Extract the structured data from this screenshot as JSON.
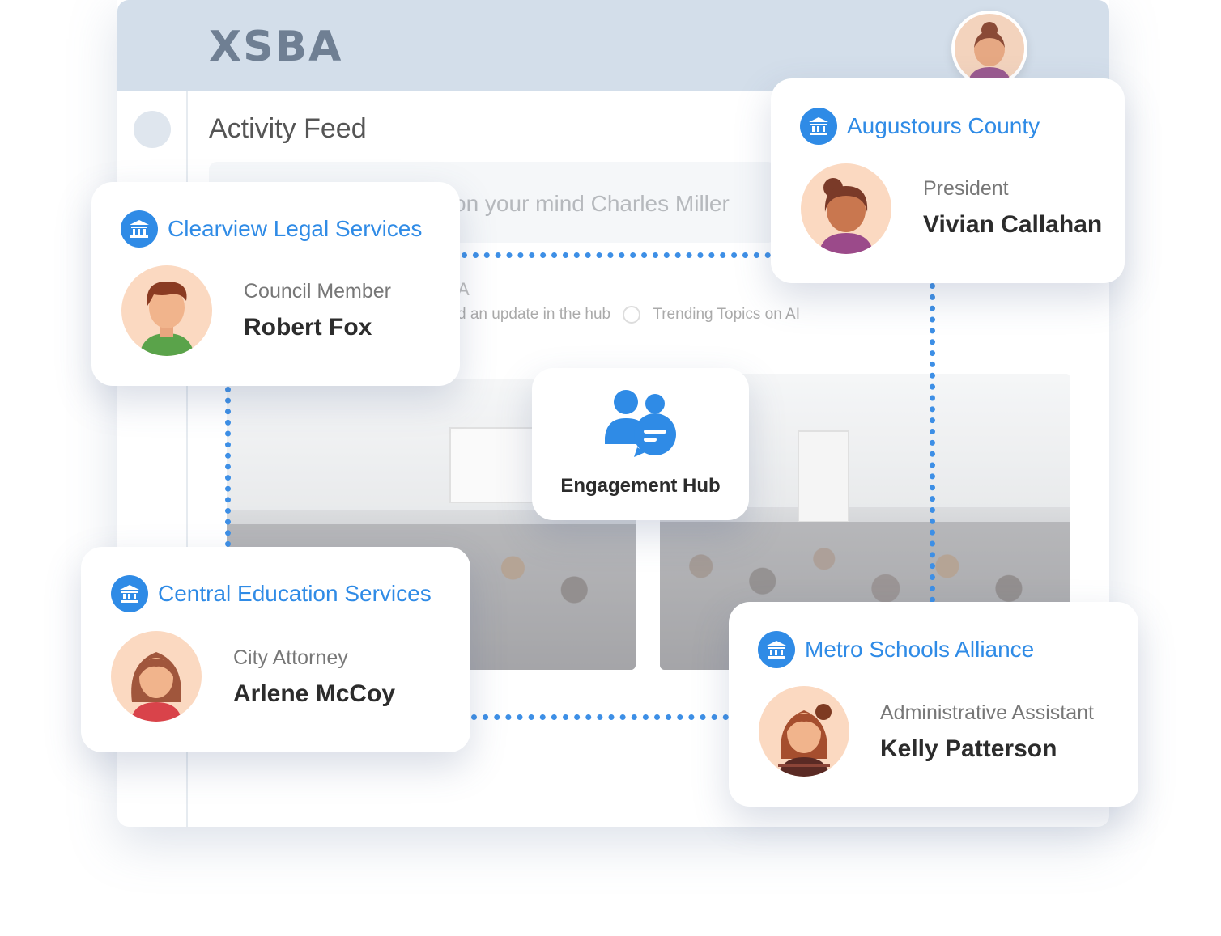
{
  "app": {
    "logo": "XSBA",
    "feed_title": "Activity Feed",
    "composer_placeholder": "on your mind Charles Miller",
    "post_header": "A",
    "post_meta_left": "d an update in the hub",
    "post_meta_right": "Trending Topics on AI"
  },
  "hub": {
    "label": "Engagement Hub",
    "icon": "chat-people-icon"
  },
  "cards": [
    {
      "org": "Clearview Legal Services",
      "role": "Council Member",
      "name": "Robert Fox"
    },
    {
      "org": "Augustours County",
      "role": "President",
      "name": "Vivian Callahan"
    },
    {
      "org": "Central Education Services",
      "role": "City Attorney",
      "name": "Arlene McCoy"
    },
    {
      "org": "Metro Schools Alliance",
      "role": "Administrative Assistant",
      "name": "Kelly Patterson"
    }
  ],
  "colors": {
    "accent": "#2f8be6",
    "topbar": "#d3deea",
    "logo": "#6f7f93"
  }
}
